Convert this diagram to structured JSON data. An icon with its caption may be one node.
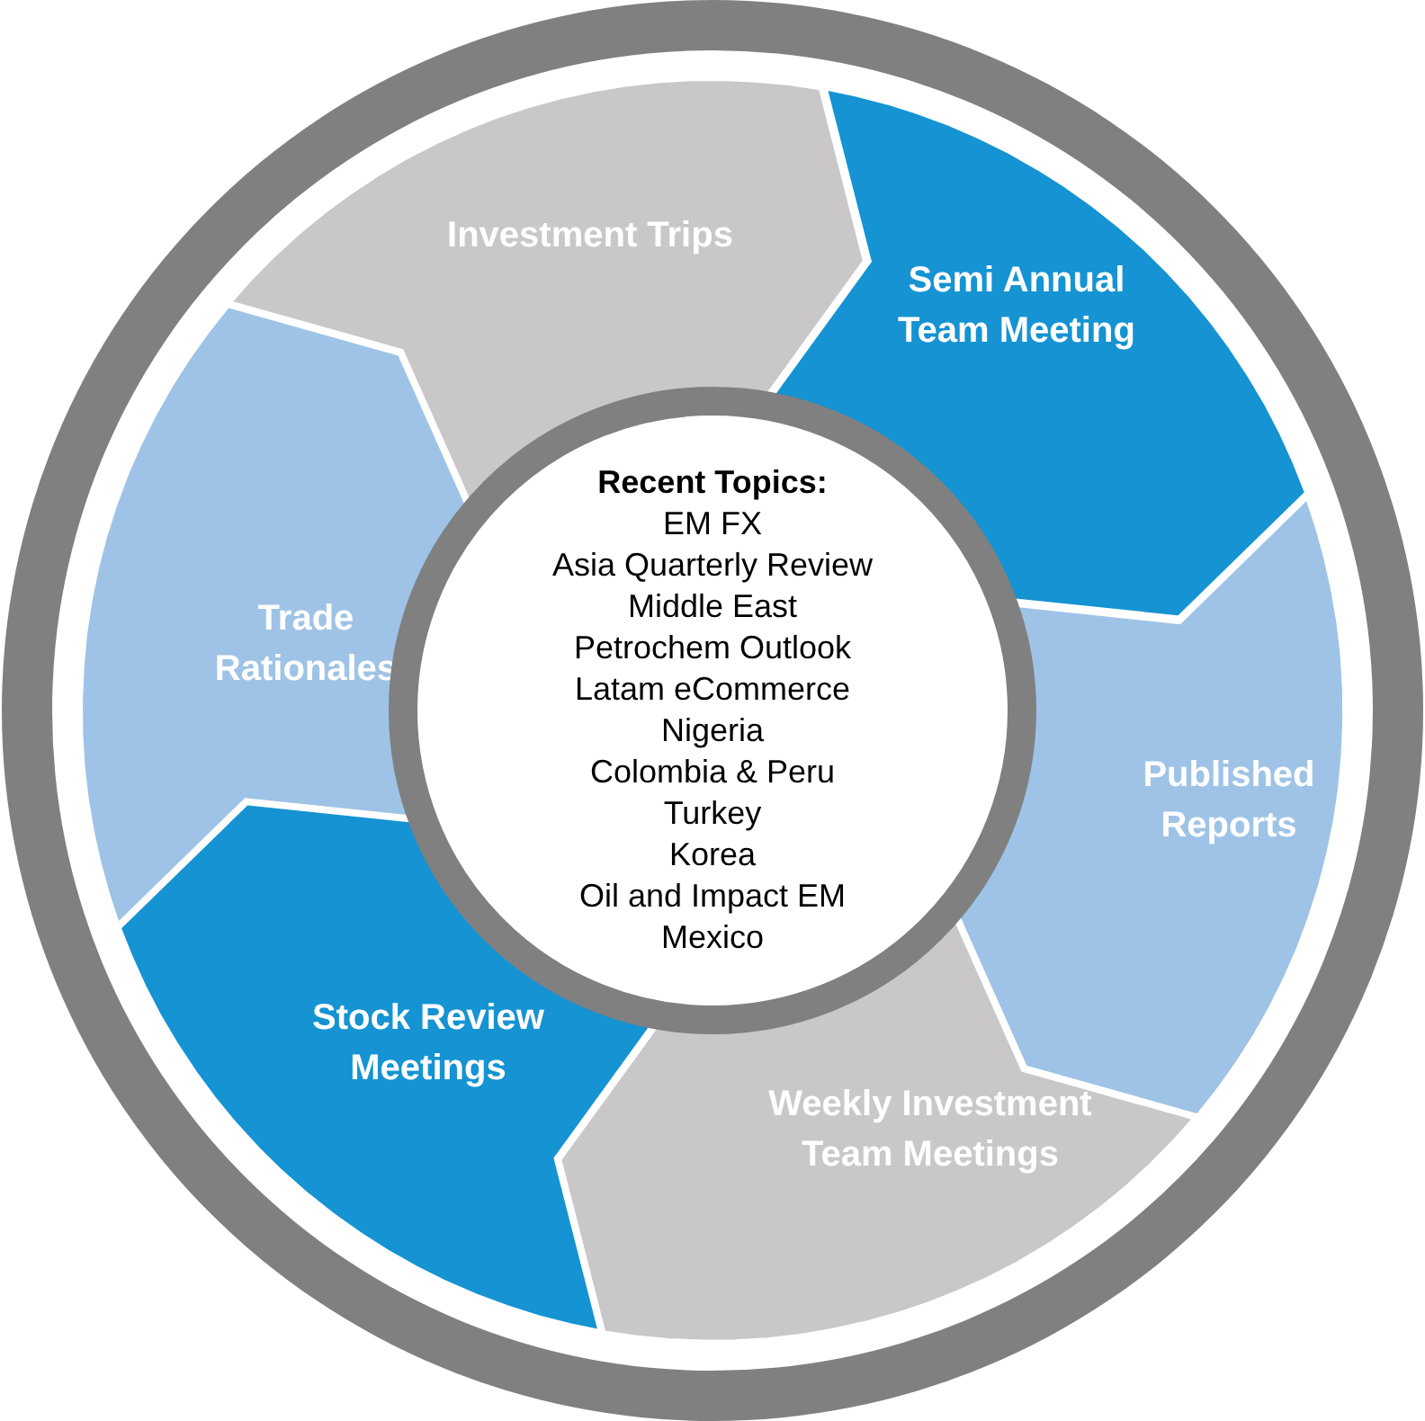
{
  "diagram": {
    "nodes": [
      {
        "text": [
          "Investment Trips"
        ]
      },
      {
        "text": [
          "Semi Annual Team Meeting"
        ]
      },
      {
        "text": [
          "Published Reports"
        ]
      },
      {
        "text": [
          "Weekly Investment Team Meetings"
        ]
      },
      {
        "text": [
          "Stock Review Meetings"
        ]
      },
      {
        "text": [
          "Trade Rationales"
        ]
      },
      {
        "text": [
          "Recent Topics:",
          "EM FX",
          "Asia Quarterly Review",
          "Middle East",
          "Petrochem Outlook",
          "Latam eCommerce",
          "Nigeria",
          "Colombia & Peru",
          "Turkey",
          "Korea",
          "Oil and Impact EM",
          "Mexico"
        ]
      }
    ]
  }
}
